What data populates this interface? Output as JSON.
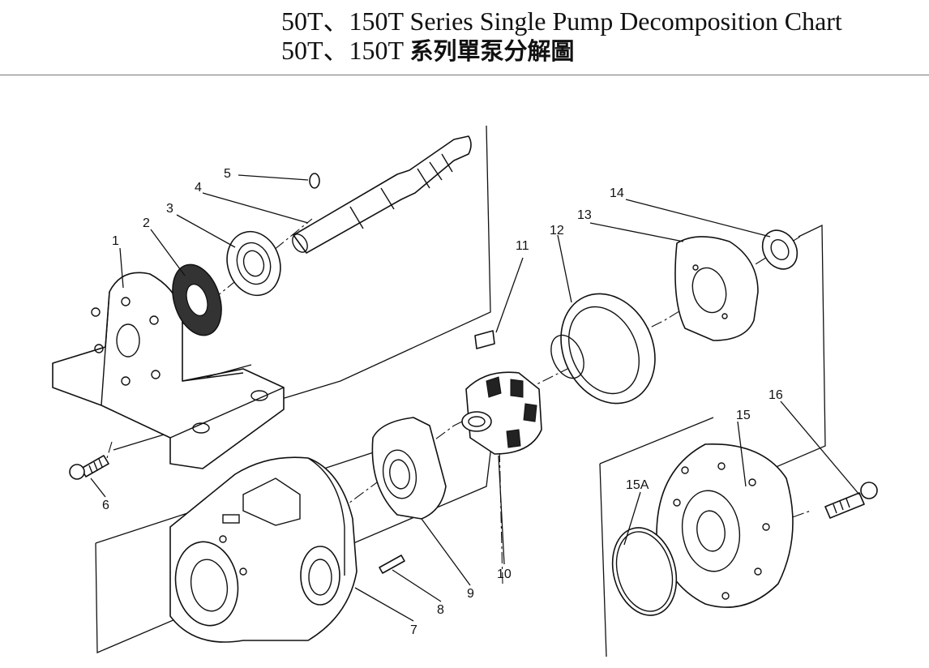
{
  "header": {
    "title_en": "50T、150T Series Single  Pump Decomposition Chart",
    "title_zh_prefix": "50T、150T ",
    "title_zh_text": "系列單泵分解圖"
  },
  "callouts": [
    "1",
    "2",
    "3",
    "4",
    "5",
    "6",
    "7",
    "8",
    "9",
    "10",
    "11",
    "12",
    "13",
    "14",
    "15",
    "15A",
    "16"
  ],
  "colors": {
    "ink": "#111111",
    "background": "#ffffff",
    "rule": "#777777"
  }
}
